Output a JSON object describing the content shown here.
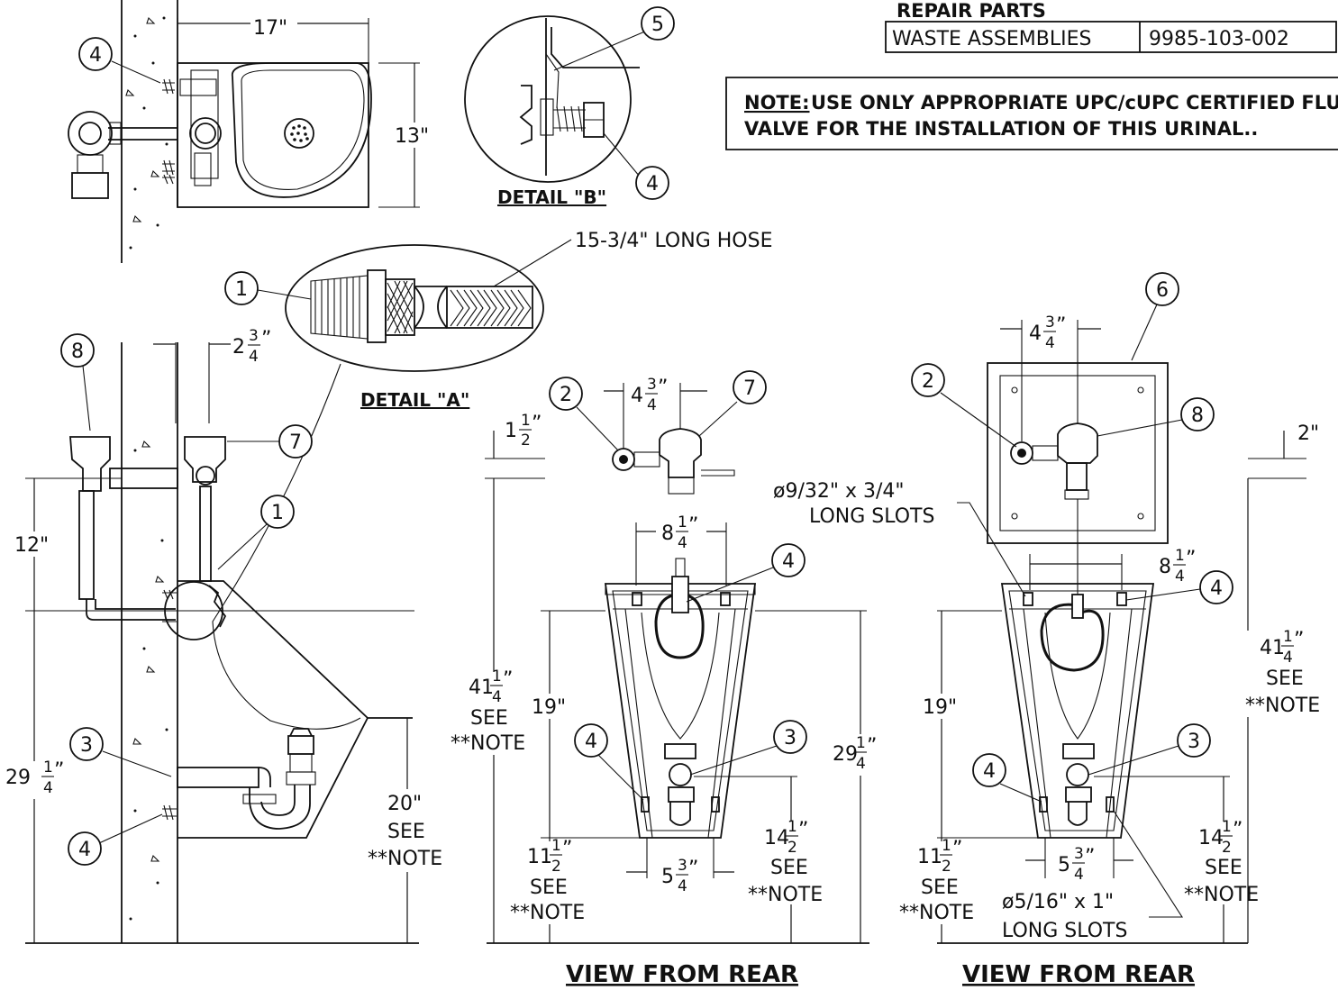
{
  "title_block": {
    "heading": "REPAIR PARTS",
    "row_label": "WASTE ASSEMBLIES",
    "row_value": "9985-103-002"
  },
  "note": {
    "prefix": "NOTE:",
    "line1": "USE ONLY APPROPRIATE UPC/cUPC CERTIFIED FLUSH",
    "line2": "VALVE FOR THE INSTALLATION OF THIS URINAL.."
  },
  "details": {
    "a_label": "DETAIL \"A\"",
    "b_label": "DETAIL \"B\"",
    "hose_label": "15-3/4\" LONG HOSE"
  },
  "view_labels": {
    "rear_1": "VIEW FROM REAR",
    "rear_2": "VIEW FROM REAR"
  },
  "dimensions": {
    "top_width": "17\"",
    "top_height": "13\"",
    "side_offset_whole": "2",
    "side_offset_num": "3",
    "side_offset_den": "4",
    "side_12": "12\"",
    "side_29_whole": "29",
    "side_29_num": "1",
    "side_29_den": "4",
    "side_20": "20\"",
    "see": "SEE",
    "note_ref": "**NOTE",
    "r1_15_whole": "1",
    "r1_15_num": "1",
    "r1_15_den": "2",
    "r_43_whole": "4",
    "r_43_num": "3",
    "r_43_den": "4",
    "r_81_whole": "8",
    "r_81_num": "1",
    "r_81_den": "4",
    "r_41_whole": "41",
    "r_41_num": "1",
    "r_41_den": "4",
    "r_19": "19\"",
    "r_11_whole": "11",
    "r_11_num": "1",
    "r_11_den": "2",
    "r_53_whole": "5",
    "r_53_num": "3",
    "r_53_den": "4",
    "r_14_whole": "14",
    "r_14_num": "1",
    "r_14_den": "2",
    "r_29_whole": "29",
    "r_29_num": "1",
    "r_29_den": "4",
    "r2_2": "2\"",
    "slot_a_1": "ø9/32\" x 3/4\"",
    "slot_a_2": "LONG SLOTS",
    "slot_b_1": "ø5/16\" x 1\"",
    "slot_b_2": "LONG SLOTS"
  },
  "callouts": [
    "1",
    "2",
    "3",
    "4",
    "5",
    "6",
    "7",
    "8"
  ]
}
